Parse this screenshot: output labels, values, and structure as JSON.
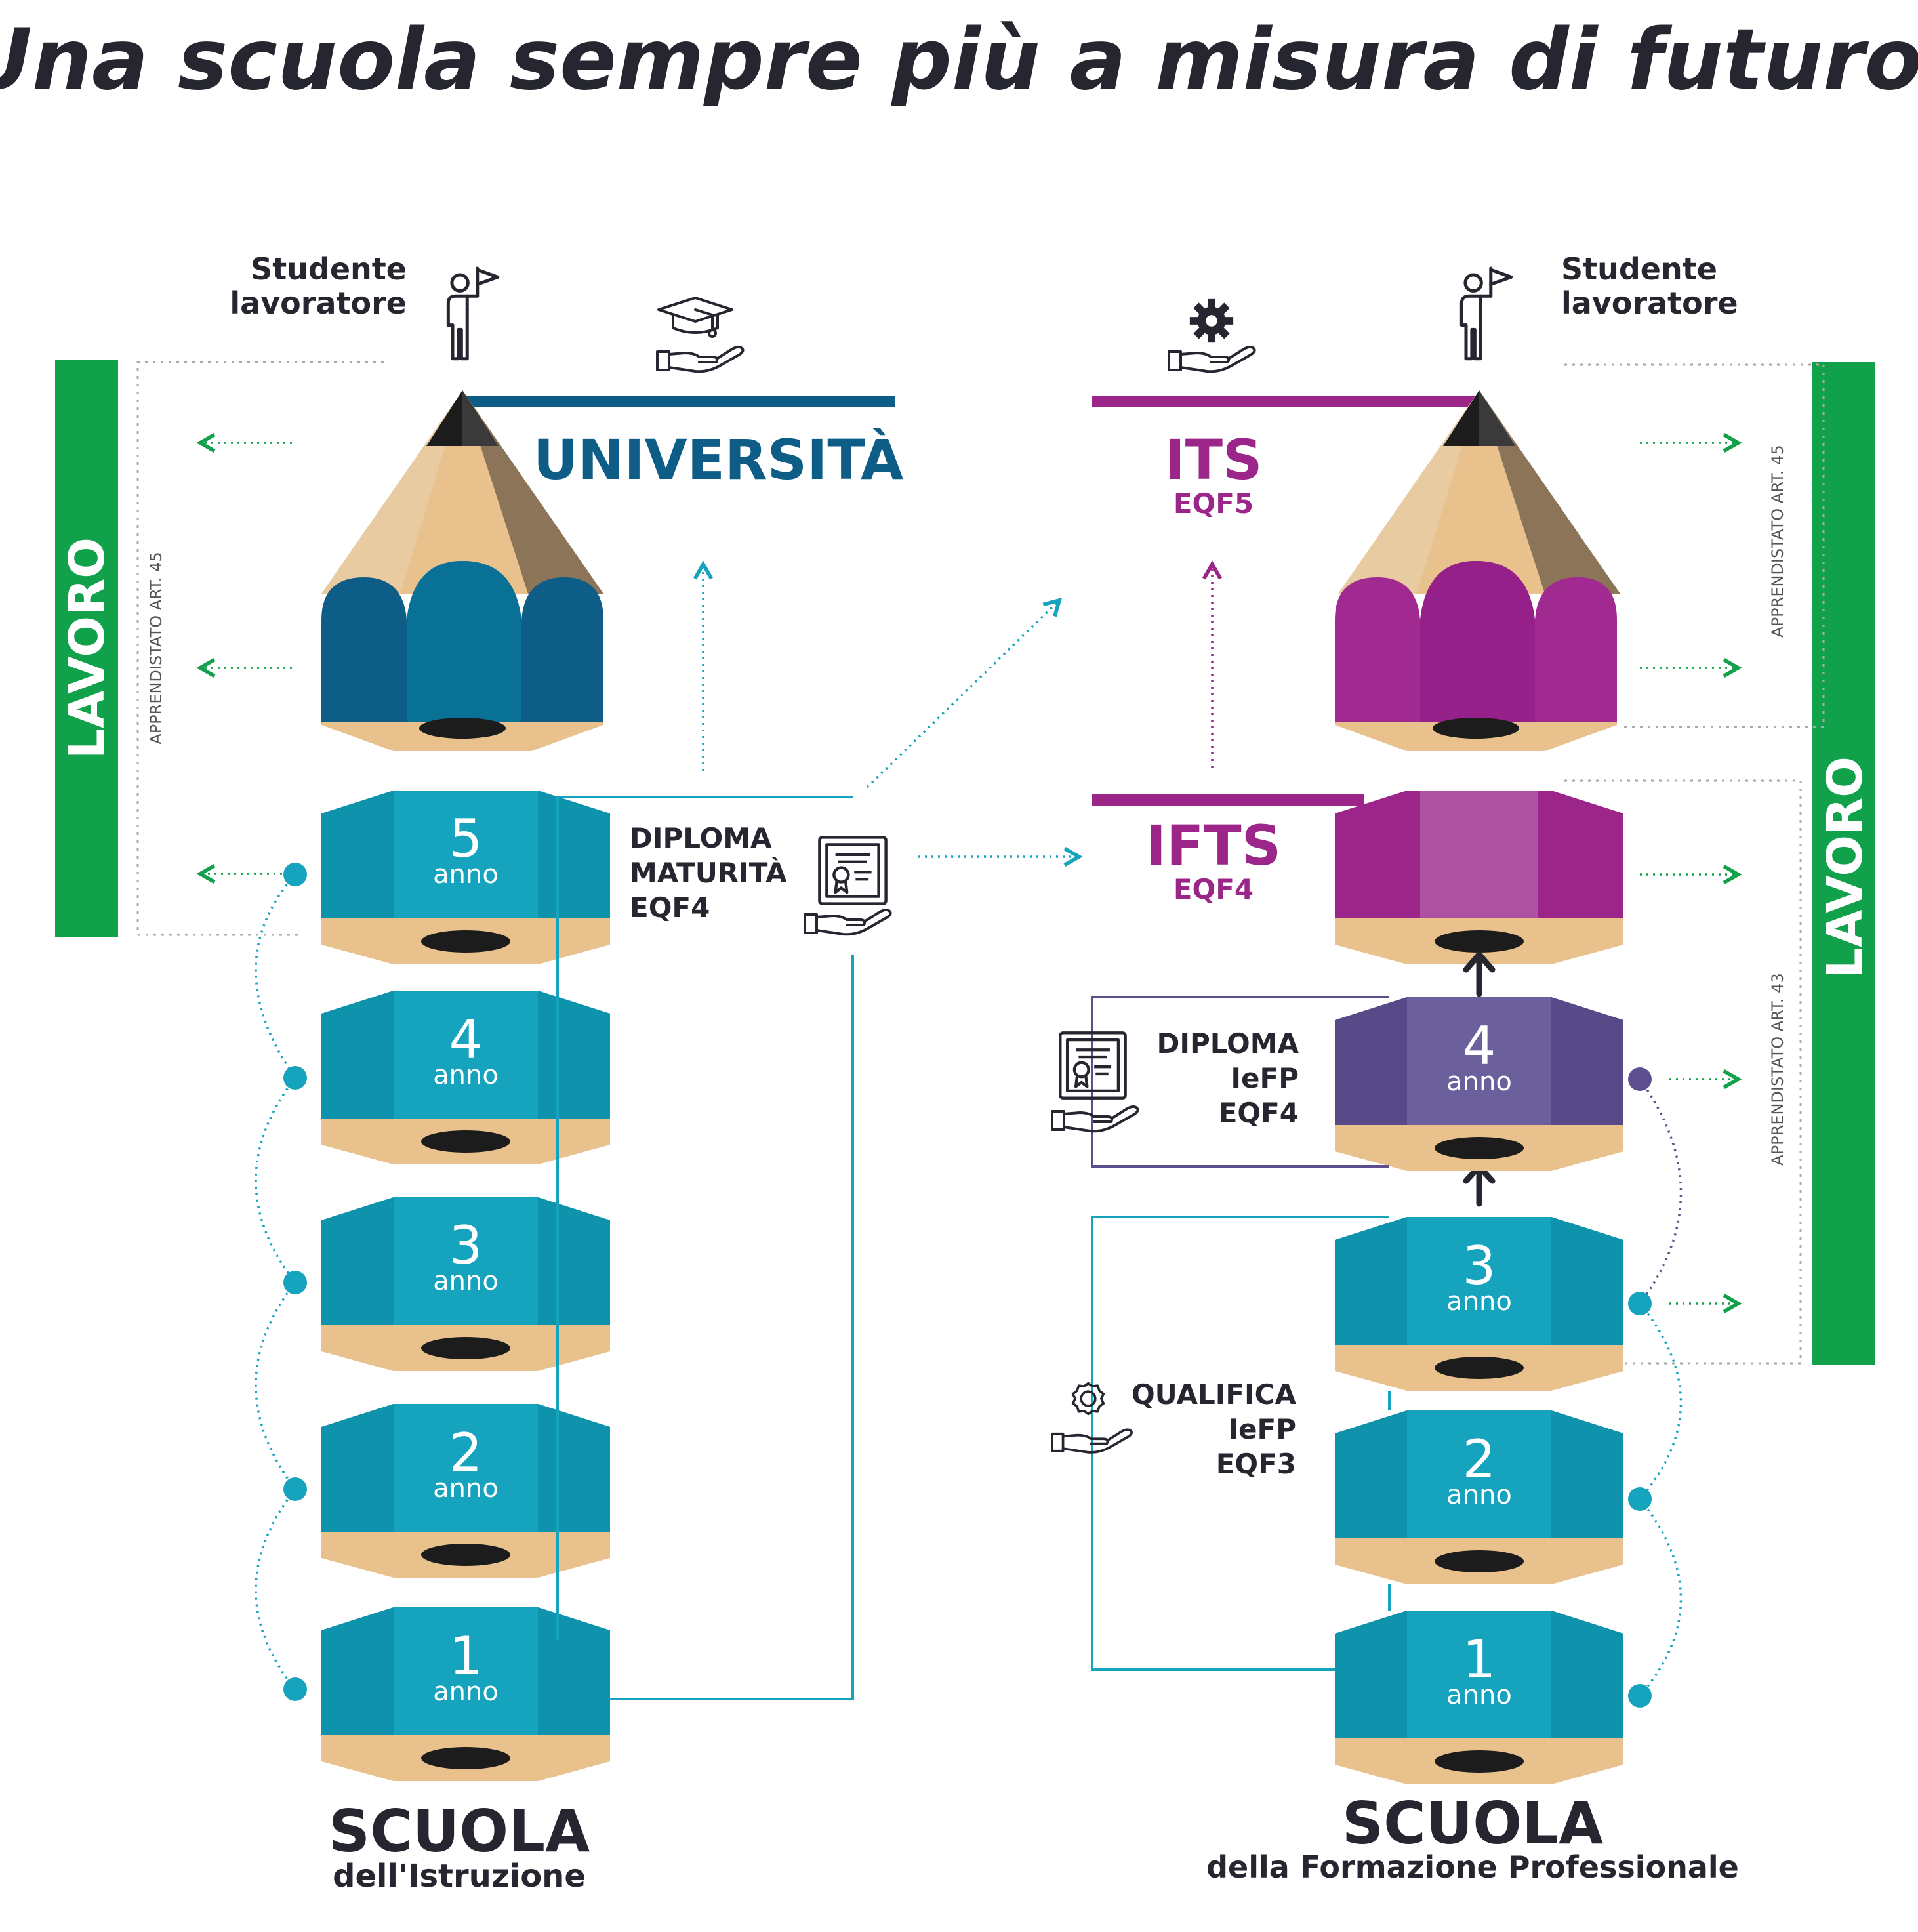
{
  "title": "Una scuola sempre più a misura di futuro.",
  "colors": {
    "ink": "#25262f",
    "uni_blue": "#0e5d86",
    "teal": "#15a3bd",
    "its_magenta": "#9b2589",
    "lavoro_green": "#12a14b",
    "purple": "#5d4f8e",
    "wood": "#e8c18d",
    "lead": "#1c1c1c"
  },
  "left": {
    "studente": [
      "Studente",
      "lavoratore"
    ],
    "lavoro": "LAVORO",
    "apprendistato": "APPRENDISTATO ART. 45",
    "universita": "UNIVERSITÀ",
    "diploma": [
      "DIPLOMA",
      "MATURITÀ",
      "EQF4"
    ],
    "years": [
      {
        "num": "5",
        "word": "anno"
      },
      {
        "num": "4",
        "word": "anno"
      },
      {
        "num": "3",
        "word": "anno"
      },
      {
        "num": "2",
        "word": "anno"
      },
      {
        "num": "1",
        "word": "anno"
      }
    ],
    "school_title": "SCUOLA",
    "school_sub": "dell'Istruzione"
  },
  "right": {
    "studente": [
      "Studente",
      "lavoratore"
    ],
    "lavoro": "LAVORO",
    "apprendistato_45": "APPRENDISTATO ART. 45",
    "apprendistato_43": "APPRENDISTATO ART. 43",
    "its": "ITS",
    "its_eqf": "EQF5",
    "ifts": "IFTS",
    "ifts_eqf": "EQF4",
    "diploma": [
      "DIPLOMA",
      "IeFP",
      "EQF4"
    ],
    "qualifica": [
      "QUALIFICA",
      "IeFP",
      "EQF3"
    ],
    "years": [
      {
        "num": "4",
        "word": "anno"
      },
      {
        "num": "3",
        "word": "anno"
      },
      {
        "num": "2",
        "word": "anno"
      },
      {
        "num": "1",
        "word": "anno"
      }
    ],
    "school_title": "SCUOLA",
    "school_sub": "della Formazione Professionale"
  },
  "icons": {
    "student_flag": "student-with-flag-icon",
    "graduation": "graduation-cap-hand-icon",
    "gear": "gear-hand-icon",
    "certificate": "certificate-hand-icon",
    "rosette": "rosette-hand-icon"
  }
}
